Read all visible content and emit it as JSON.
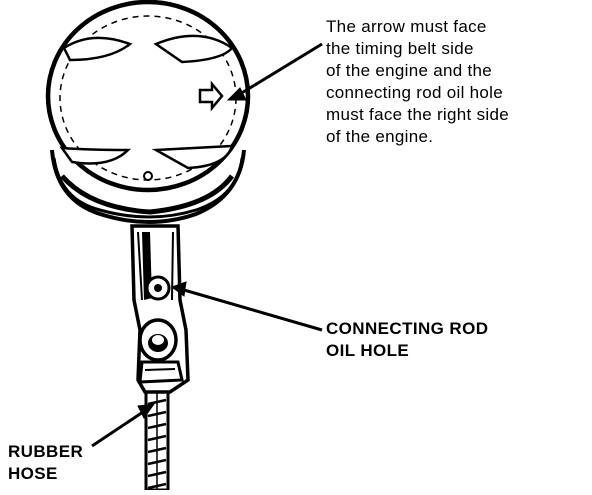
{
  "callouts": {
    "arrow_note": {
      "lines": [
        "The arrow must face",
        "the timing belt side",
        "of the engine and the",
        "connecting rod oil hole",
        "must face the right side",
        "of the engine."
      ]
    },
    "rod_oil_hole": {
      "lines": [
        "CONNECTING ROD",
        "OIL HOLE"
      ]
    },
    "rubber_hose": {
      "lines": [
        "RUBBER",
        "HOSE"
      ]
    }
  },
  "colors": {
    "ink": "#000000",
    "paper": "#ffffff"
  }
}
